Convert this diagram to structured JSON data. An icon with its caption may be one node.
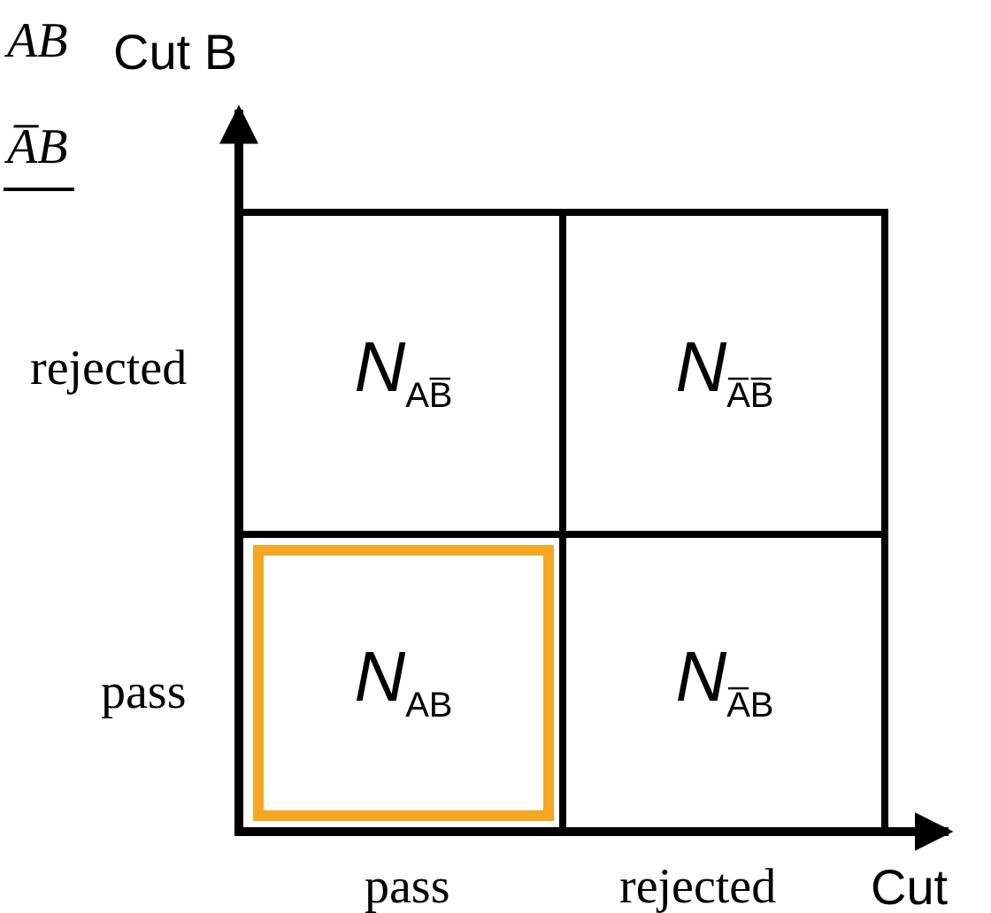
{
  "diagram": {
    "nodes": [
      {
        "text": [
          "*N*$_{AB̅}$"
        ]
      },
      {
        "text": [
          "*N*$_{A̅B̅}$"
        ]
      },
      {
        "text": [
          "*N*$_{AB}$"
        ]
      },
      {
        "text": [
          "*N*$_{A̅B}$"
        ]
      }
    ],
    "edges": [],
    "labels": [
      "*AB*",
      "Cut B",
      "*A̅B*",
      "rejected",
      "pass",
      "pass",
      "rejected",
      "Cut"
    ]
  }
}
